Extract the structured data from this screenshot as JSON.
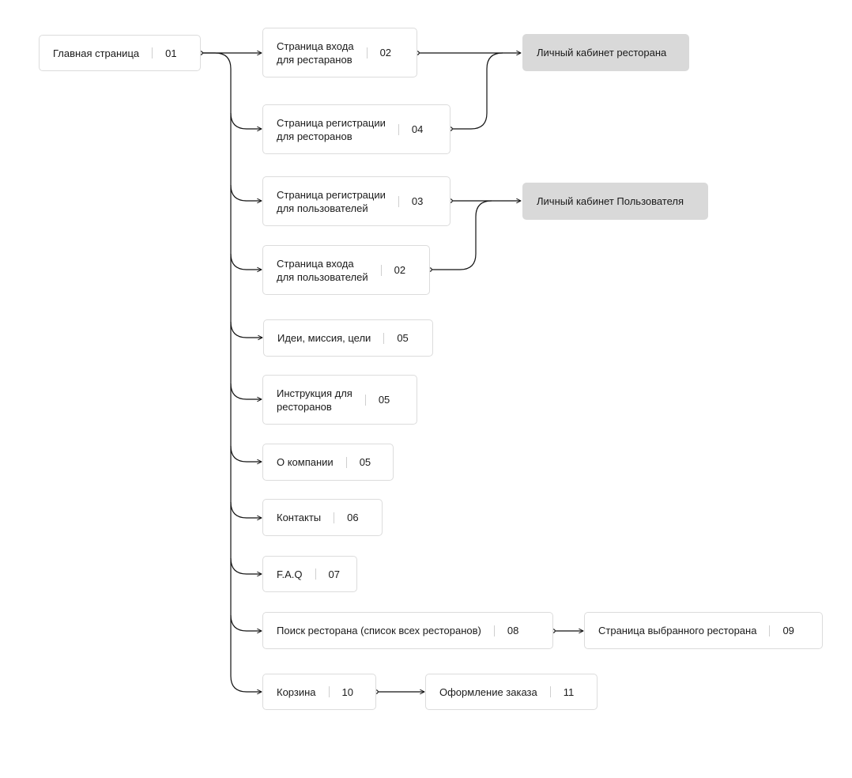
{
  "nodes": {
    "main": {
      "label": "Главная страница",
      "num": "01"
    },
    "rest_login": {
      "label": "Страница входа\nдля рестаранов",
      "num": "02"
    },
    "rest_reg": {
      "label": "Страница регистрации\nдля ресторанов",
      "num": "04"
    },
    "user_reg": {
      "label": "Страница регистрации\nдля пользователей",
      "num": "03"
    },
    "user_login": {
      "label": "Страница входа\nдля пользователей",
      "num": "02"
    },
    "ideas": {
      "label": "Идеи, миссия, цели",
      "num": "05"
    },
    "instructions": {
      "label": "Инструкция для\nресторанов",
      "num": "05"
    },
    "about": {
      "label": "О компании",
      "num": "05"
    },
    "contacts": {
      "label": "Контакты",
      "num": "06"
    },
    "faq": {
      "label": "F.A.Q",
      "num": "07"
    },
    "search": {
      "label": "Поиск ресторана (список всех ресторанов)",
      "num": "08"
    },
    "selected": {
      "label": "Страница выбранного ресторана",
      "num": "09"
    },
    "cart": {
      "label": "Корзина",
      "num": "10"
    },
    "checkout": {
      "label": "Оформление заказа",
      "num": "11"
    },
    "rest_cabinet": {
      "label": "Личный кабинет ресторана"
    },
    "user_cabinet": {
      "label": "Личный кабинет Пользователя"
    }
  },
  "colors": {
    "line": "#111111",
    "node_border": "#dcdcdc",
    "cabinet_fill": "#d9d9d9"
  }
}
